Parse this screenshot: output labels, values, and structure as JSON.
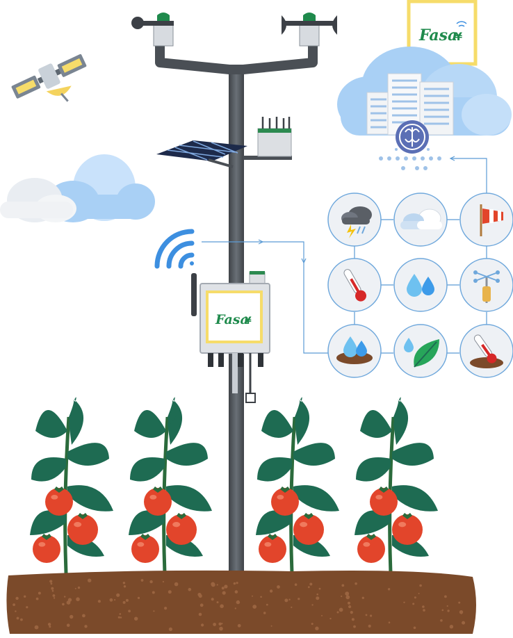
{
  "brand": {
    "name": "Fasal",
    "display_letters": "Fasa",
    "wordmark_color": "#1f8a4c",
    "frame_color": "#f6dc6a"
  },
  "colors": {
    "pole": "#555a60",
    "soil": "#7b4a2a",
    "leaf": "#1e6b52",
    "tomato": "#e2452b",
    "cloud": "#a9d0f5",
    "sensor_circle": "#eef1f5",
    "sensor_ring": "#6fa8dc",
    "connector_line": "#5b9bd5",
    "wifi": "#3d8fe0"
  },
  "sensors": [
    {
      "id": "weather",
      "icon": "storm-cloud-icon"
    },
    {
      "id": "cloud-cover",
      "icon": "cloud-icon"
    },
    {
      "id": "wind-direction",
      "icon": "windsock-icon"
    },
    {
      "id": "air-temperature",
      "icon": "thermometer-icon"
    },
    {
      "id": "humidity",
      "icon": "water-drops-icon"
    },
    {
      "id": "wind-speed",
      "icon": "anemometer-icon"
    },
    {
      "id": "soil-moisture",
      "icon": "soil-moisture-icon"
    },
    {
      "id": "leaf-wetness",
      "icon": "leaf-wetness-icon"
    },
    {
      "id": "soil-temperature",
      "icon": "soil-thermometer-icon"
    }
  ]
}
